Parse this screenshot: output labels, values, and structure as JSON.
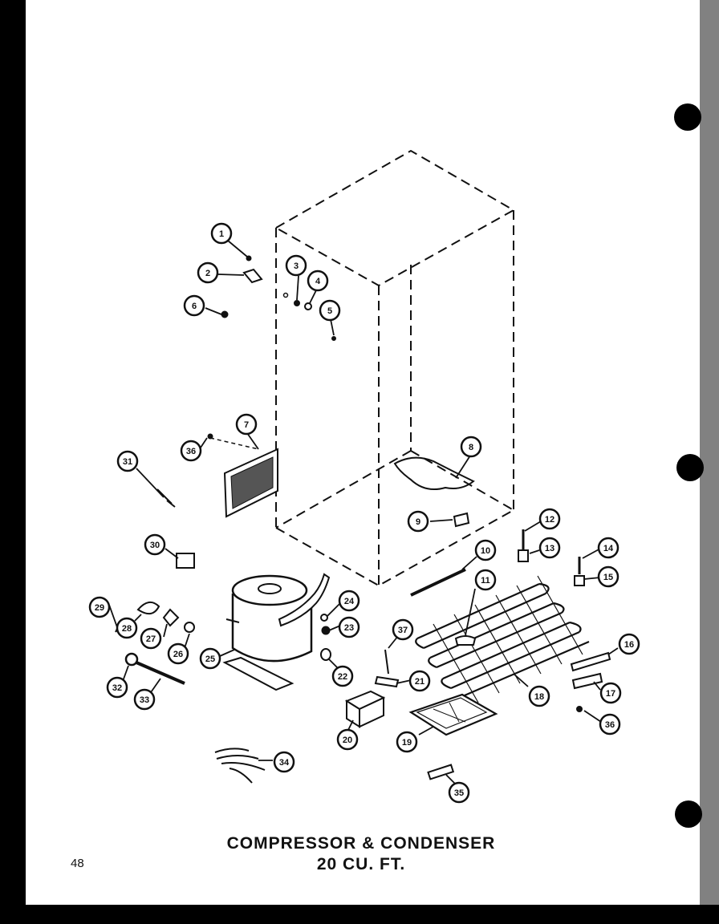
{
  "page": {
    "title_line1": "COMPRESSOR & CONDENSER",
    "title_line2": "20 CU. FT.",
    "page_number": "48"
  },
  "callouts": [
    "1",
    "2",
    "3",
    "4",
    "5",
    "6",
    "7",
    "8",
    "9",
    "10",
    "11",
    "12",
    "13",
    "14",
    "15",
    "16",
    "17",
    "18",
    "19",
    "20",
    "21",
    "22",
    "23",
    "24",
    "25",
    "26",
    "27",
    "28",
    "29",
    "30",
    "31",
    "32",
    "33",
    "34",
    "35",
    "36",
    "36",
    "37"
  ],
  "colors": {
    "ink": "#111111",
    "paper": "#ffffff",
    "border": "#000000"
  }
}
